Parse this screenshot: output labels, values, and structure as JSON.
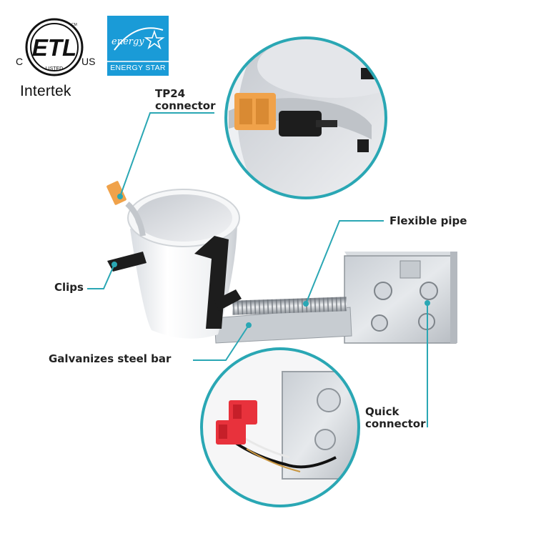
{
  "certifications": {
    "etl": {
      "letters": "ETL",
      "left_mark": "C",
      "right_mark": "US",
      "sub_mark": "LISTED",
      "tiny_mark": "CM",
      "org": "Intertek"
    },
    "energy_star": {
      "script": "energy",
      "name": "ENERGY STAR",
      "color": "#1a9bd7"
    }
  },
  "callouts": {
    "tp24": "TP24\nconnector",
    "flexible_pipe": "Flexible pipe",
    "clips": "Clips",
    "steel_bar": "Galvanizes steel bar",
    "quick_connector": "Quick\nconnector"
  },
  "colors": {
    "callout_line": "#2aa7b4",
    "label_text": "#222222"
  }
}
